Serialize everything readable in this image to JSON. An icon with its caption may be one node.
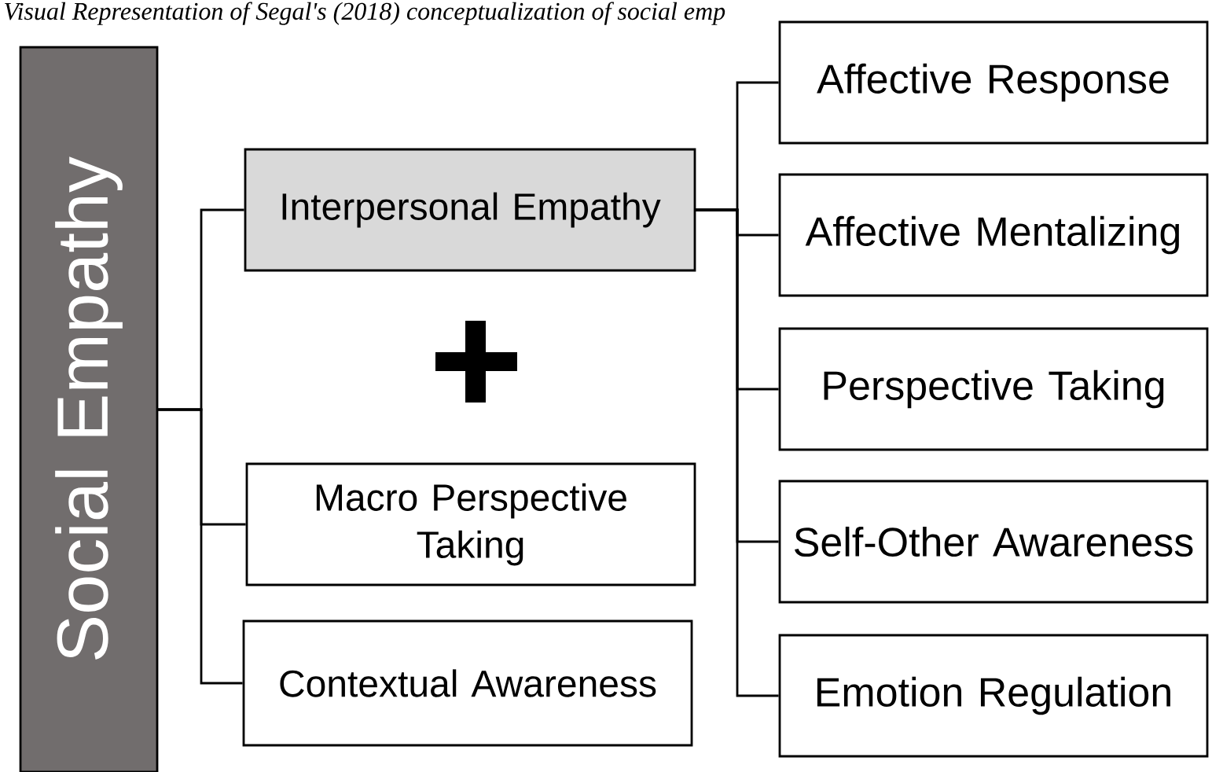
{
  "diagram": {
    "title": "Visual Representation of Segal's (2018) conceptualization of social emp",
    "nodes": [
      {
        "text": [
          "Social Empathy"
        ]
      },
      {
        "text": [
          "Interpersonal Empathy"
        ]
      },
      {
        "text": [
          "Macro Perspective Taking"
        ]
      },
      {
        "text": [
          "Contextual Awareness"
        ]
      },
      {
        "text": [
          "Affective Response"
        ]
      },
      {
        "text": [
          "Affective Mentalizing"
        ]
      },
      {
        "text": [
          "Perspective Taking"
        ]
      },
      {
        "text": [
          "Self-Other Awareness"
        ]
      },
      {
        "text": [
          "Emotion Regulation"
        ]
      }
    ],
    "edges": [
      {
        "from": 0,
        "to": 1,
        "arrow": "none"
      },
      {
        "from": 0,
        "to": 2,
        "arrow": "none"
      },
      {
        "from": 0,
        "to": 3,
        "arrow": "none"
      },
      {
        "from": 1,
        "to": 4,
        "arrow": "none"
      },
      {
        "from": 1,
        "to": 5,
        "arrow": "none"
      },
      {
        "from": 1,
        "to": 6,
        "arrow": "none"
      },
      {
        "from": 1,
        "to": 7,
        "arrow": "none"
      },
      {
        "from": 1,
        "to": 8,
        "arrow": "none"
      }
    ]
  }
}
